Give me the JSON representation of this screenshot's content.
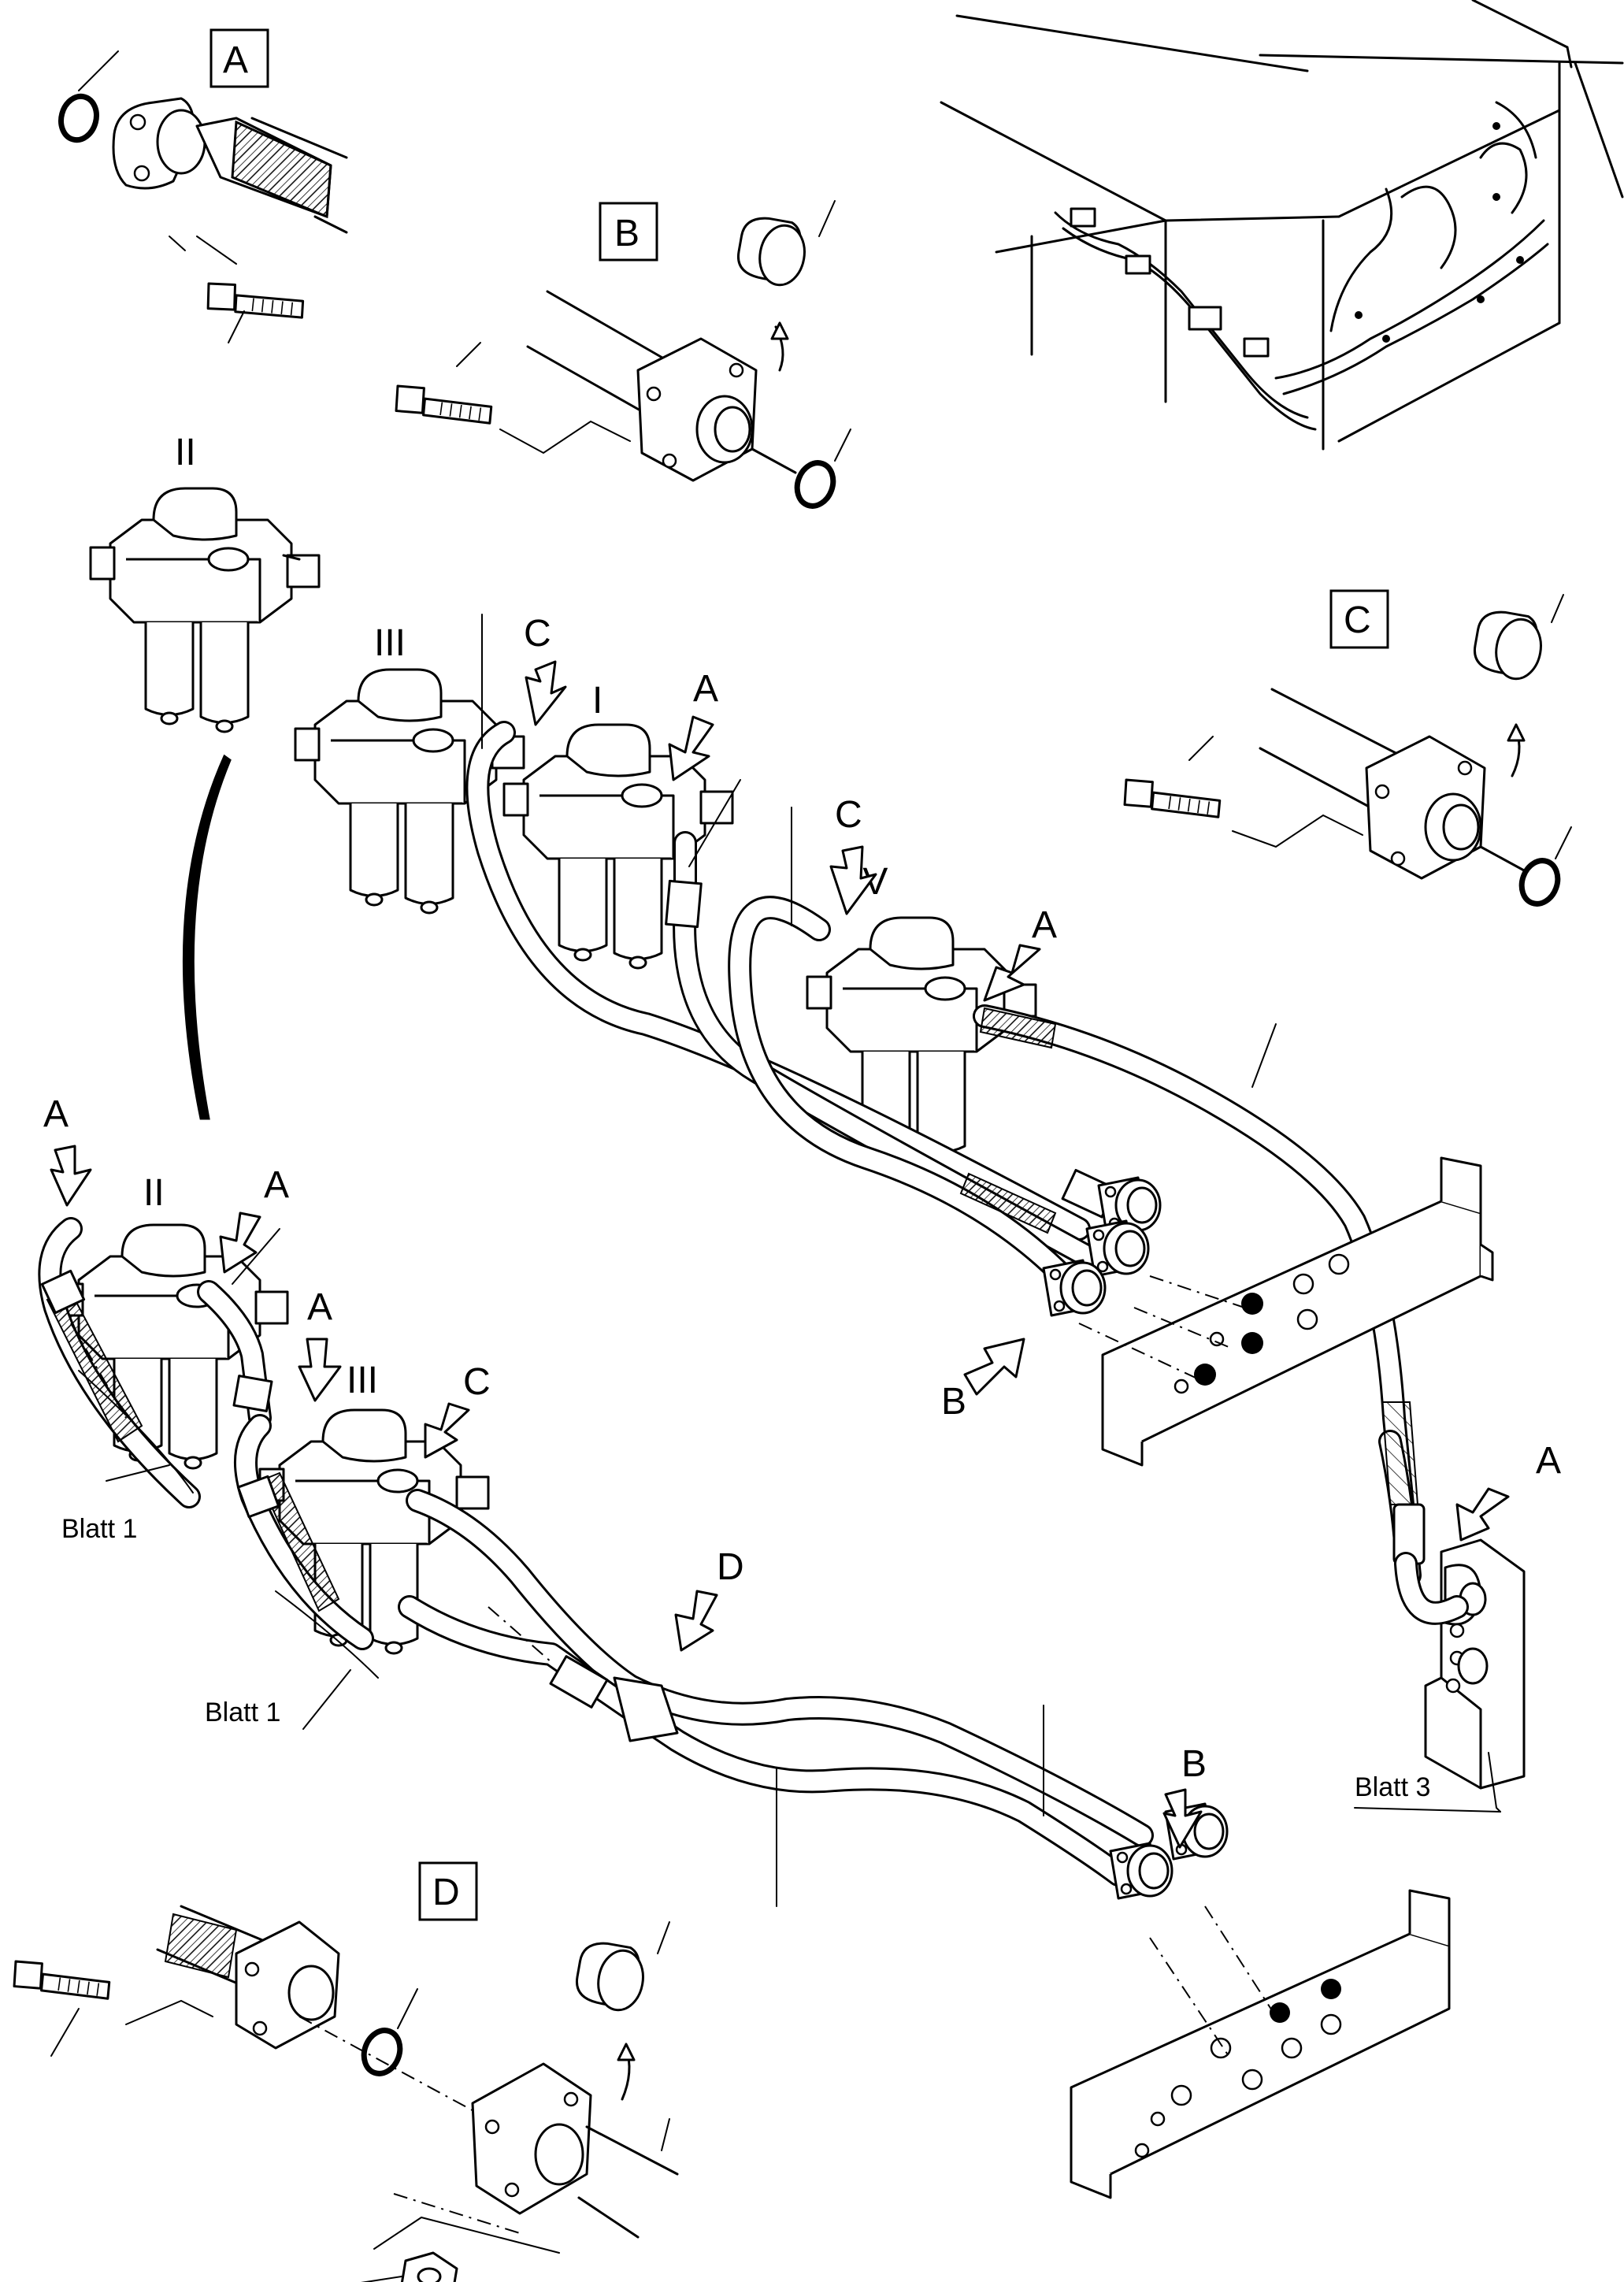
{
  "detail_labels": {
    "A": "A",
    "B": "B",
    "C": "C",
    "D": "D"
  },
  "filter_labels": {
    "II_top": "II",
    "III_top": "III",
    "I_top": "I",
    "IV_top": "IV",
    "II_bottom": "II",
    "III_bottom": "III"
  },
  "arrow_labels": {
    "C_top_left": "C",
    "A_top_mid": "A",
    "C_top_mid": "C",
    "A_top_right": "A",
    "B_top": "B",
    "A_right": "A",
    "A_left_1": "A",
    "A_left_2": "A",
    "A_left_3": "A",
    "C_bottom": "C",
    "D_bottom": "D",
    "B_bottom": "B"
  },
  "sheet_refs": {
    "blatt_1_a": "Blatt 1",
    "blatt_1_b": "Blatt 1",
    "blatt_3": "Blatt 3"
  },
  "colors": {
    "line": "#000000",
    "background": "#ffffff"
  }
}
